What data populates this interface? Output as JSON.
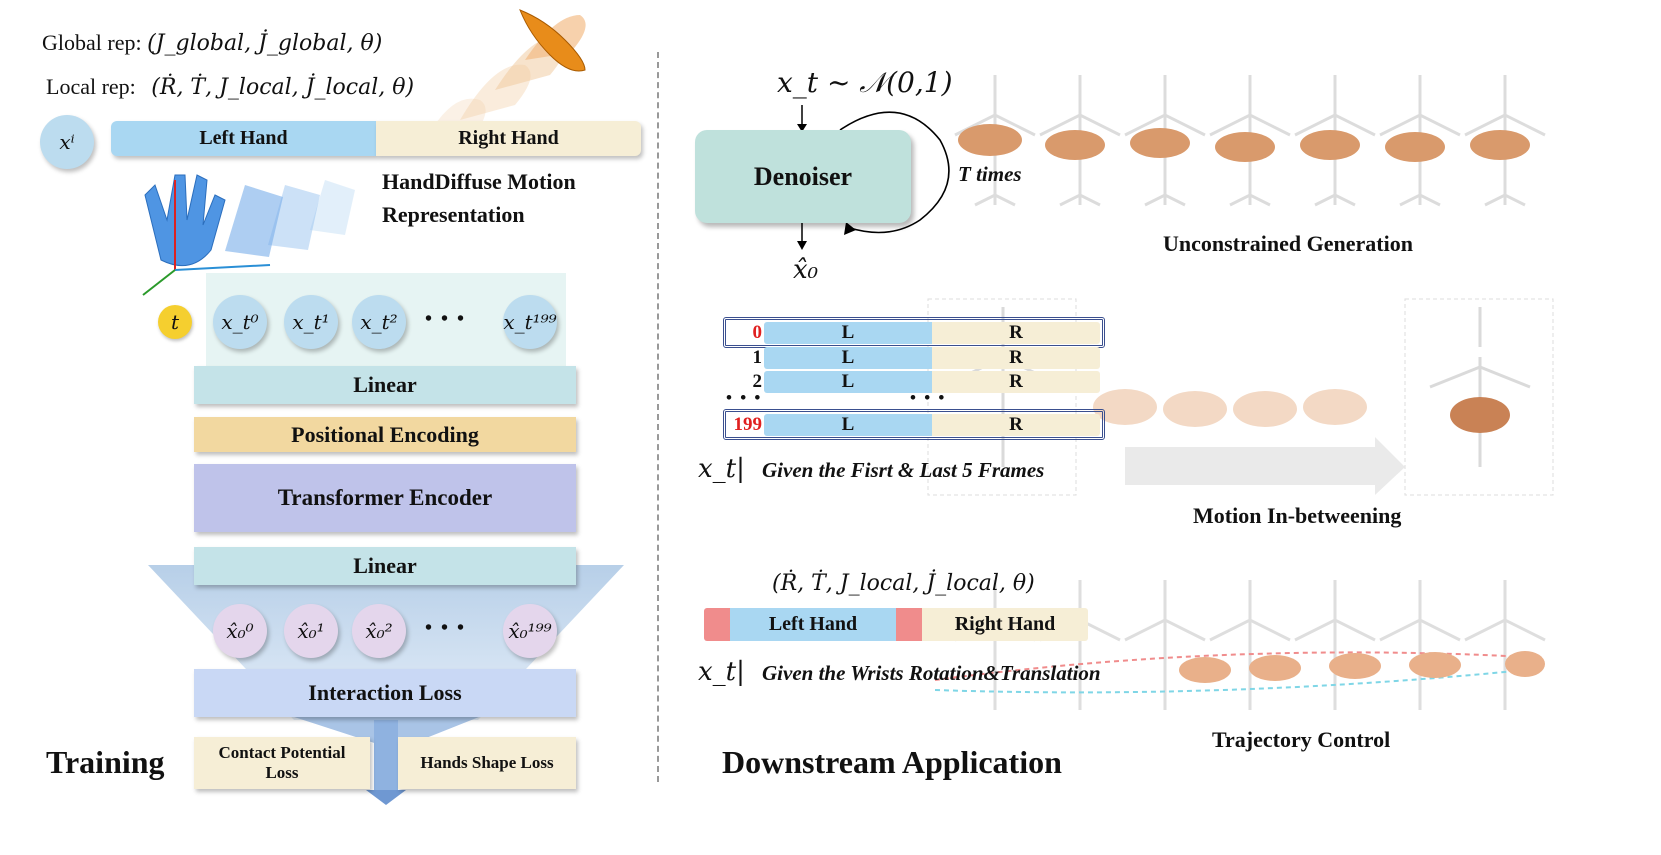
{
  "left": {
    "global_rep_label": "Global rep:",
    "global_rep_formula": "(J_global, J̇_global, θ)",
    "local_rep_label": "Local rep:",
    "local_rep_formula": "(Ṙ, Ṫ, J_local, J̇_local, θ)",
    "xi_symbol": "xⁱ",
    "left_hand_label": "Left Hand",
    "right_hand_label": "Right Hand",
    "representation_caption_1": "HandDiffuse Motion",
    "representation_caption_2": "Representation",
    "t_symbol": "t",
    "inputs": [
      "x_t⁰",
      "x_t¹",
      "x_t²",
      "x_t¹⁹⁹"
    ],
    "ellipsis": "• • •",
    "linear_1": "Linear",
    "positional_encoding": "Positional Encoding",
    "transformer_encoder": "Transformer Encoder",
    "linear_2": "Linear",
    "outputs": [
      "x̂₀⁰",
      "x̂₀¹",
      "x̂₀²",
      "x̂₀¹⁹⁹"
    ],
    "interaction_loss": "Interaction Loss",
    "contact_potential_loss": "Contact Potential Loss",
    "hands_shape_loss": "Hands Shape Loss",
    "training_label": "Training"
  },
  "right": {
    "noise_formula": "x_t ~ 𝒩(0,1)",
    "denoiser_label": "Denoiser",
    "t_times": "T times",
    "x0_hat": "x̂₀",
    "unconstrained_caption": "Unconstrained Generation",
    "frame_indices": [
      "0",
      "1",
      "2",
      "199"
    ],
    "L": "L",
    "R": "R",
    "dots": "• • •",
    "xt_given_1": "x_t|",
    "given_first_last": "Given the Fisrt & Last 5 Frames",
    "inbetweening_caption": "Motion In-betweening",
    "traj_formula": "(Ṙ, Ṫ, J_local, J̇_local, θ)",
    "left_hand_label": "Left Hand",
    "right_hand_label": "Right Hand",
    "xt_given_2": "x_t|",
    "given_wrists": "Given the Wrists Rotation&Translation",
    "trajectory_caption": "Trajectory Control",
    "downstream_label": "Downstream Application"
  },
  "colors": {
    "light_blue": "#a9d7f2",
    "cream": "#f6eed6",
    "teal_box": "#c4e3e8",
    "positional": "#f2d8a0",
    "transformer": "#bfc3ea",
    "interaction": "#c9d8f5",
    "red_highlight": "#e02020",
    "denoiser": "#bfe1dc",
    "salmon": "#f08c8c",
    "navy_outline": "#3a4f8f"
  }
}
